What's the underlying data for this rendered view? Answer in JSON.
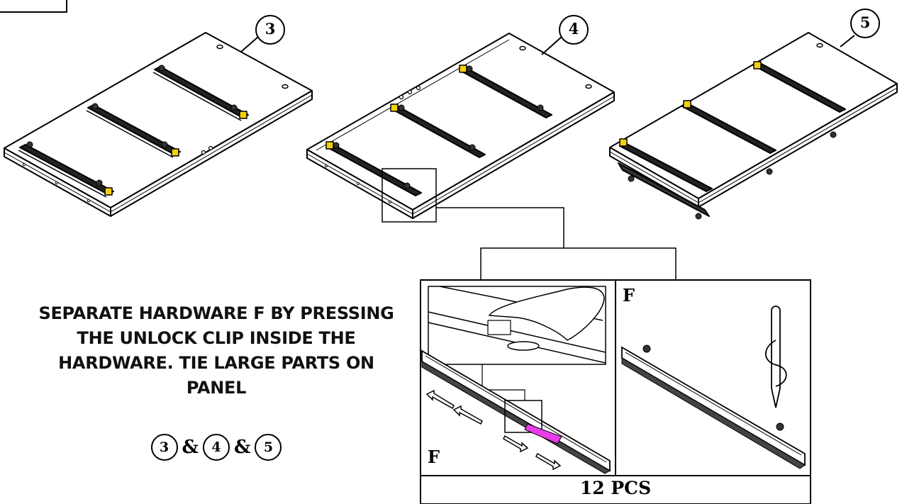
{
  "panel_labels": [
    "3",
    "4",
    "5"
  ],
  "instruction_text": "SEPARATE HARDWARE F BY PRESSING THE UNLOCK CLIP INSIDE THE HARDWARE. TIE LARGE PARTS ON PANEL",
  "panel_refs": [
    "3",
    "4",
    "5"
  ],
  "conjunction": "&",
  "detail": {
    "left_label": "F",
    "right_label": "F",
    "quantity": "12 PCS"
  },
  "colors": {
    "highlight_yellow": "#F4D00C",
    "clip_magenta": "#E83CE8"
  }
}
